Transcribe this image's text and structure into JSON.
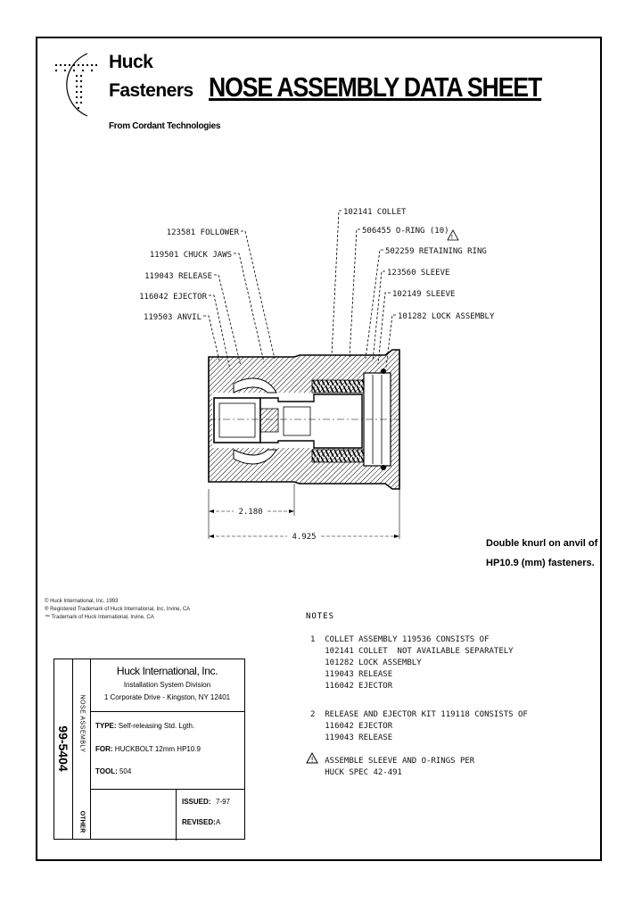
{
  "header": {
    "brand_line1": "Huck",
    "brand_line2": "Fasteners",
    "brand_sub": "From Cordant Technologies",
    "title": "NOSE ASSEMBLY DATA SHEET"
  },
  "drawing": {
    "callouts": [
      "102141 COLLET",
      "506455 O-RING (10)",
      "502259 RETAINING RING",
      "123560 SLEEVE",
      "102149 SLEEVE",
      "101282 LOCK ASSEMBLY",
      "123581 FOLLOWER",
      "119501 CHUCK JAWS",
      "119043 RELEASE",
      "116042 EJECTOR",
      "119503 ANVIL"
    ],
    "dim_short": "2.180",
    "dim_long": "4.925"
  },
  "knurl_note": {
    "line1": "Double knurl on anvil of",
    "line2": "HP10.9 (mm) fasteners."
  },
  "copyright": {
    "line1": "© Huck International, Inc. 1993",
    "line2": "® Registered Trademark of Huck International, Inc. Irvine, CA",
    "line3": "™ Trademark of Huck International, Irvine, CA"
  },
  "notes": {
    "title": "NOTES",
    "note1": "1  COLLET ASSEMBLY 119536 CONSISTS OF\n   102141 COLLET  NOT AVAILABLE SEPARATELY\n   101282 LOCK ASSEMBLY\n   119043 RELEASE\n   116042 EJECTOR",
    "note2": "2  RELEASE AND EJECTOR KIT 119118 CONSISTS OF\n   116042 EJECTOR\n   119043 RELEASE",
    "note3": "   ASSEMBLE SLEEVE AND O-RINGS PER\n   HUCK SPEC 42-491"
  },
  "title_block": {
    "doc_number": "99-5404",
    "category": "NOSE ASSEMBLY",
    "category2": "OTHER",
    "company": "Huck International, Inc.",
    "division": "Installation System Division",
    "address": "1 Corporate Drive - Kingston, NY  12401",
    "type_label": "TYPE:",
    "type_value": "Self-releasing Std. Lgth.",
    "for_label": "FOR:",
    "for_value": "HUCKBOLT 12mm HP10.9",
    "tool_label": "TOOL:",
    "tool_value": "504",
    "issued_label": "ISSUED:",
    "issued_value": "7-97",
    "revised_label": "REVISED:",
    "revised_value": "A"
  }
}
